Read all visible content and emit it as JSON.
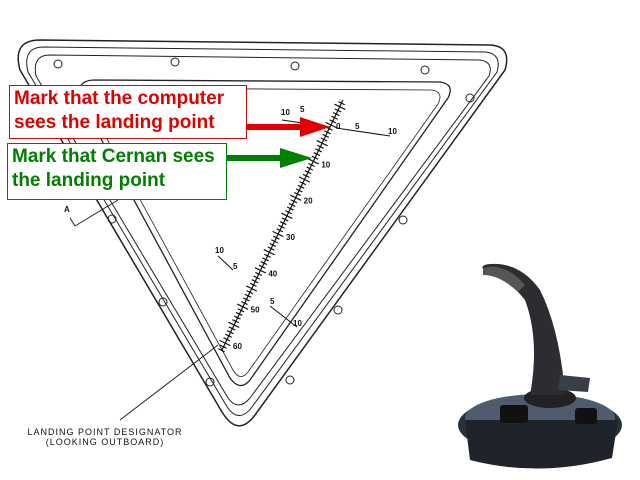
{
  "callouts": {
    "computer": {
      "line1": "Mark that the computer",
      "line2": "sees the landing point",
      "color": "#e00000"
    },
    "cernan": {
      "line1": "Mark that Cernan sees",
      "line2": "the landing point",
      "color": "#008000"
    }
  },
  "caption": {
    "line1": "LANDING POINT DESIGNATOR",
    "line2": "(LOOKING OUTBOARD)"
  },
  "section_marker": "A",
  "scale": {
    "main_labels": [
      "0",
      "10",
      "20",
      "30",
      "40",
      "50",
      "60"
    ],
    "top_left_labels": [
      "10",
      "5"
    ],
    "top_right_labels": [
      "5",
      "10"
    ],
    "mid_left_labels": [
      "10",
      "5"
    ],
    "low_right_labels": [
      "5",
      "10"
    ]
  }
}
